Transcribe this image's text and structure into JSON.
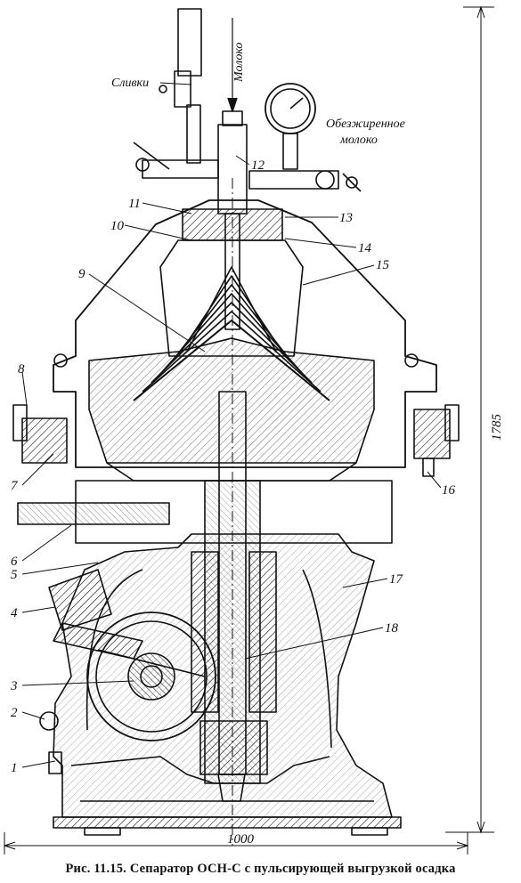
{
  "labels": {
    "milk": "Молоко",
    "cream": "Сливки",
    "skim_line1": "Обезжиренное",
    "skim_line2": "молоко"
  },
  "part_numbers": [
    "1",
    "2",
    "3",
    "4",
    "5",
    "6",
    "7",
    "8",
    "9",
    "10",
    "11",
    "12",
    "13",
    "14",
    "15",
    "16",
    "17",
    "18"
  ],
  "dimensions": {
    "height": "1785",
    "width": "1000"
  },
  "caption": "Рис. 11.15. Сепаратор ОСН-С с пульсирующей выгрузкой осадка",
  "colors": {
    "ink": "#111111",
    "paper": "#ffffff"
  }
}
